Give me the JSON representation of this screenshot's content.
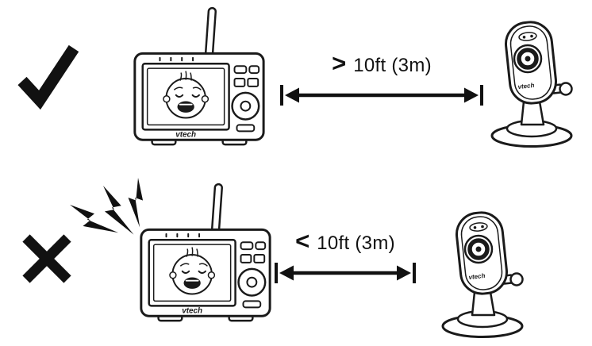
{
  "diagram": {
    "rows": [
      {
        "status": "correct",
        "status_icon": "checkmark",
        "comparator": ">",
        "distance": "10ft (3m)",
        "noise": false
      },
      {
        "status": "incorrect",
        "status_icon": "cross",
        "comparator": "<",
        "distance": "10ft (3m)",
        "noise": true
      }
    ]
  },
  "brands": {
    "monitor": "vtech",
    "camera": "vtech"
  },
  "colors": {
    "line": "#1a1a1a",
    "background": "#ffffff"
  }
}
